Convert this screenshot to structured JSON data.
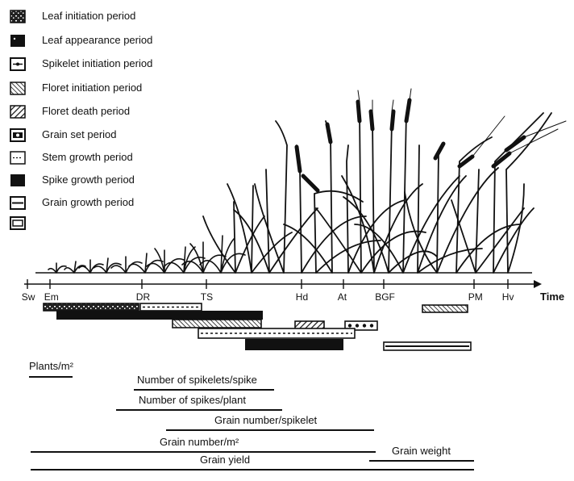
{
  "legend": [
    {
      "label": "Leaf initiation period",
      "icon": "leaf-initiation-icon"
    },
    {
      "label": "Leaf appearance period",
      "icon": "leaf-appearance-icon"
    },
    {
      "label": "Spikelet initiation period",
      "icon": "spikelet-initiation-icon"
    },
    {
      "label": "Floret initiation period",
      "icon": "floret-initiation-icon"
    },
    {
      "label": "Floret death period",
      "icon": "floret-death-icon"
    },
    {
      "label": "Grain set period",
      "icon": "grain-set-icon"
    },
    {
      "label": "Stem growth period",
      "icon": "stem-growth-icon"
    },
    {
      "label": "Spike growth period",
      "icon": "spike-growth-icon"
    },
    {
      "label": "Grain growth period",
      "icon": "grain-growth-icon"
    },
    {
      "label": "",
      "icon": "unlabeled-box-icon"
    }
  ],
  "timeline": {
    "stages": [
      "Sw",
      "Em",
      "DR",
      "TS",
      "Hd",
      "At",
      "BGF",
      "PM",
      "Hv"
    ],
    "axis_label": "Time"
  },
  "yield_components": [
    {
      "label": "Plants/m²",
      "key": "plants"
    },
    {
      "label": "Number of spikelets/spike",
      "key": "spikelets"
    },
    {
      "label": "Number of spikes/plant",
      "key": "spikes"
    },
    {
      "label": "Grain number/spikelet",
      "key": "grain-per-spikelet"
    },
    {
      "label": "Grain number/m²",
      "key": "grain-number"
    },
    {
      "label": "Grain weight",
      "key": "grain-weight"
    },
    {
      "label": "Grain yield",
      "key": "grain-yield"
    }
  ],
  "colors": {
    "ink": "#111111",
    "background": "#ffffff"
  }
}
